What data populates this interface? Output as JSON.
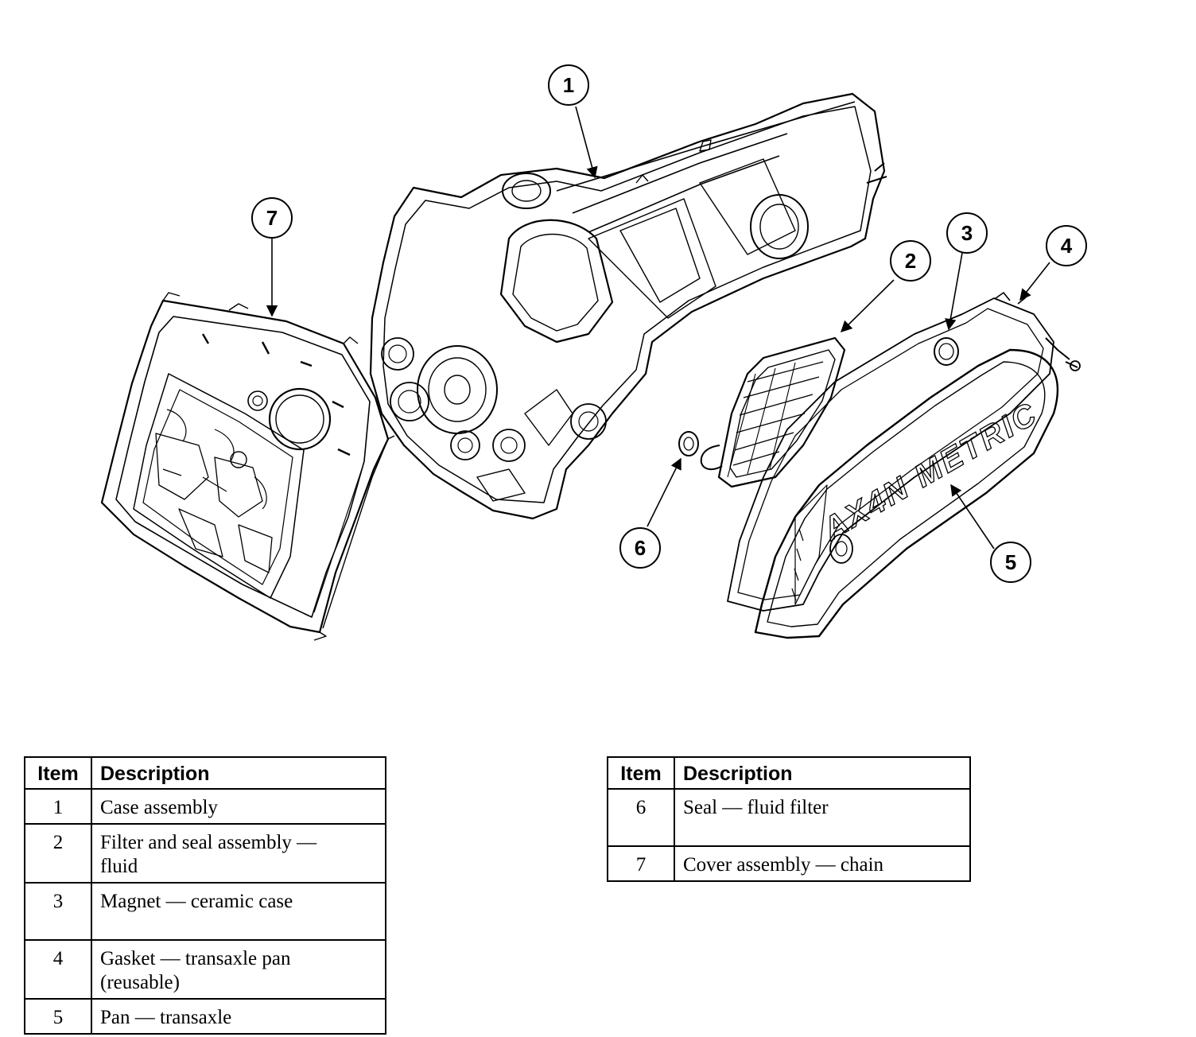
{
  "callouts": [
    "1",
    "2",
    "3",
    "4",
    "5",
    "6",
    "7"
  ],
  "pan_lettering": "AX4N METRIC",
  "legend": {
    "header_item": "Item",
    "header_description": "Description",
    "left_rows": [
      {
        "item": "1",
        "lines": [
          "Case assembly"
        ]
      },
      {
        "item": "2",
        "lines": [
          "Filter and seal assembly —",
          "fluid"
        ]
      },
      {
        "item": "3",
        "lines": [
          "Magnet — ceramic case"
        ]
      },
      {
        "item": "4",
        "lines": [
          "Gasket — transaxle pan",
          "(reusable)"
        ]
      },
      {
        "item": "5",
        "lines": [
          "Pan — transaxle"
        ]
      }
    ],
    "right_rows": [
      {
        "item": "6",
        "lines": [
          "Seal — fluid filter"
        ]
      },
      {
        "item": "7",
        "lines": [
          "Cover assembly — chain"
        ]
      }
    ]
  }
}
